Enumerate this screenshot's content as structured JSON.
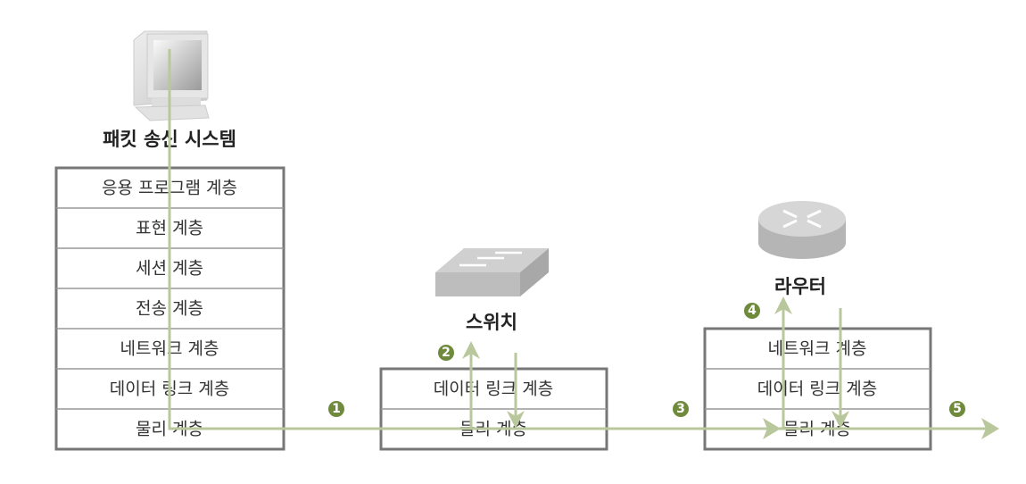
{
  "sender": {
    "title": "패킷 송신 시스템",
    "layers": [
      "응용 프로그램 계층",
      "표현 계층",
      "세션 계층",
      "전송 계층",
      "네트워크 계층",
      "데이터 링크 계층",
      "물리 계층"
    ]
  },
  "switch": {
    "title": "스위치",
    "layers": [
      "데이터 링크 계층",
      "물리 계층"
    ]
  },
  "router": {
    "title": "라우터",
    "layers": [
      "네트워크 계층",
      "데이터 링크 계층",
      "물리 계층"
    ]
  },
  "steps": [
    "1",
    "2",
    "3",
    "4",
    "5"
  ],
  "colors": {
    "flow": "#b9c79c",
    "badge": "#6f8a3c",
    "border": "#777777"
  }
}
